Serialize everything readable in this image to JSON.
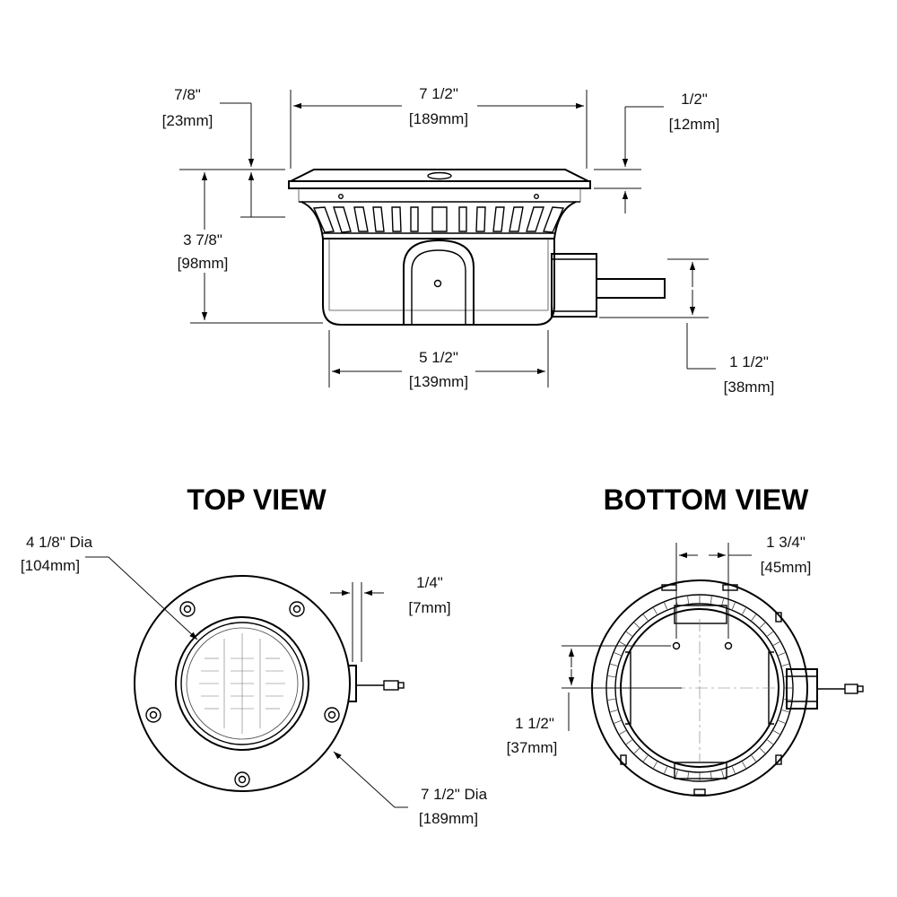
{
  "side_view": {
    "flange_height": {
      "imperial": "7/8\"",
      "metric": "[23mm]"
    },
    "overall_width": {
      "imperial": "7 1/2\"",
      "metric": "[189mm]"
    },
    "flange_thickness": {
      "imperial": "1/2\"",
      "metric": "[12mm]"
    },
    "overall_height": {
      "imperial": "3 7/8\"",
      "metric": "[98mm]"
    },
    "body_width": {
      "imperial": "5 1/2\"",
      "metric": "[139mm]"
    },
    "cable_boss_height": {
      "imperial": "1 1/2\"",
      "metric": "[38mm]"
    }
  },
  "top_view": {
    "title": "TOP VIEW",
    "lens_diameter": {
      "imperial": "4 1/8\" Dia",
      "metric": "[104mm]"
    },
    "boss_depth": {
      "imperial": "1/4\"",
      "metric": "[7mm]"
    },
    "flange_diameter": {
      "imperial": "7 1/2\" Dia",
      "metric": "[189mm]"
    }
  },
  "bottom_view": {
    "title": "BOTTOM VIEW",
    "hole_spacing": {
      "imperial": "1 3/4\"",
      "metric": "[45mm]"
    },
    "hole_offset": {
      "imperial": "1 1/2\"",
      "metric": "[37mm]"
    }
  }
}
